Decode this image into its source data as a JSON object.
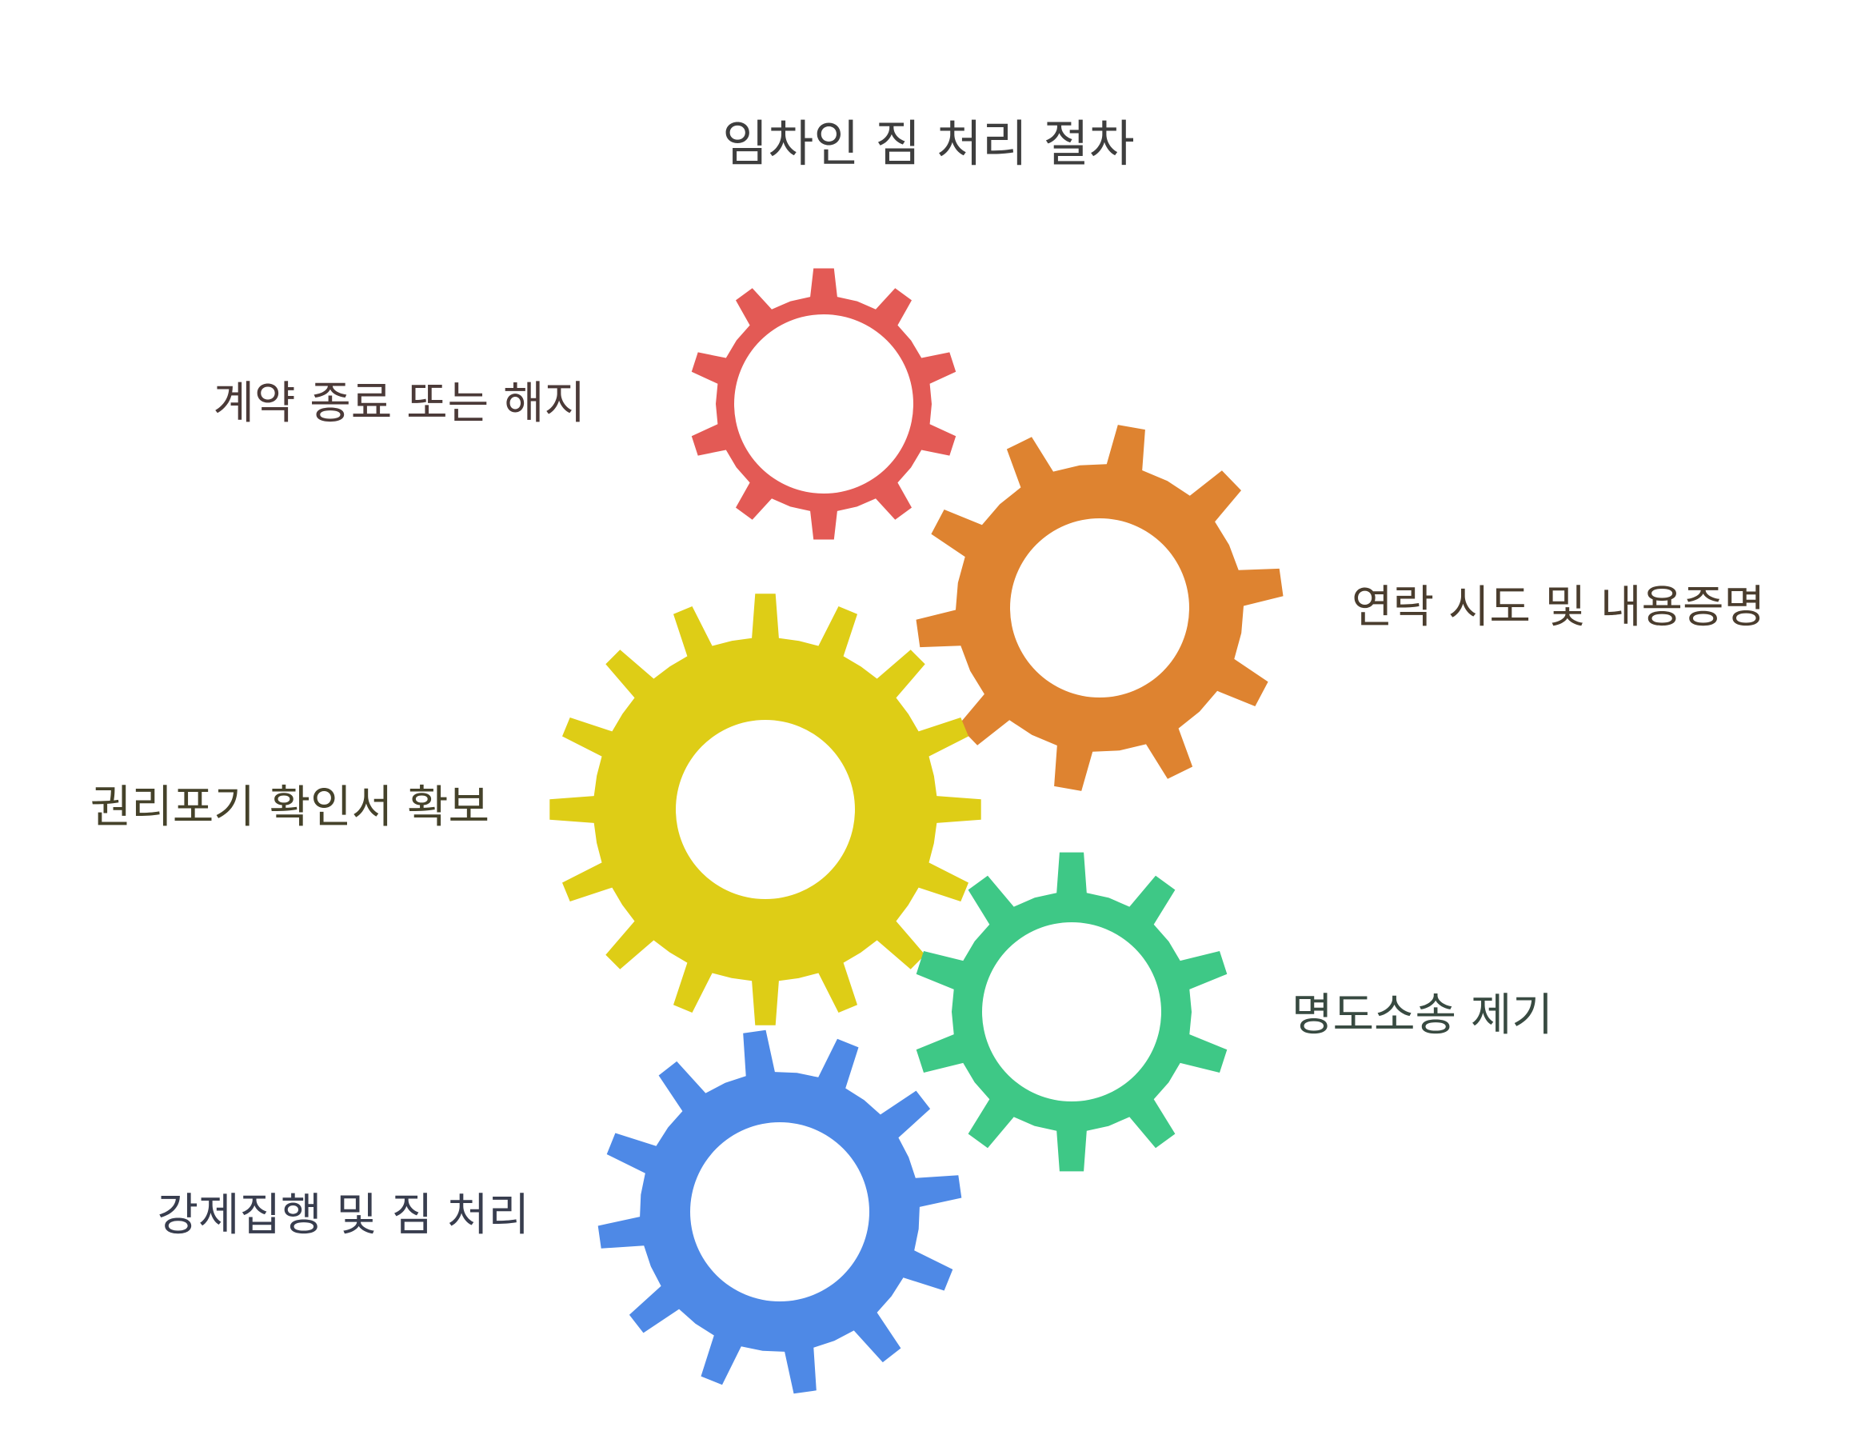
{
  "title": "임차인 짐 처리 절차",
  "steps": [
    {
      "label": "계약 종료 또는 해지",
      "color": "#E35A55",
      "label_color": "#4B3A38"
    },
    {
      "label": "연락 시도 및 내용증명",
      "color": "#DE8330",
      "label_color": "#4A3D2E"
    },
    {
      "label": "권리포기 확인서 확보",
      "color": "#DECD16",
      "label_color": "#45422A"
    },
    {
      "label": "명도소송 제기",
      "color": "#3EC886",
      "label_color": "#384A41"
    },
    {
      "label": "강제집행 및 짐 처리",
      "color": "#4E89E6",
      "label_color": "#383D4E"
    }
  ]
}
